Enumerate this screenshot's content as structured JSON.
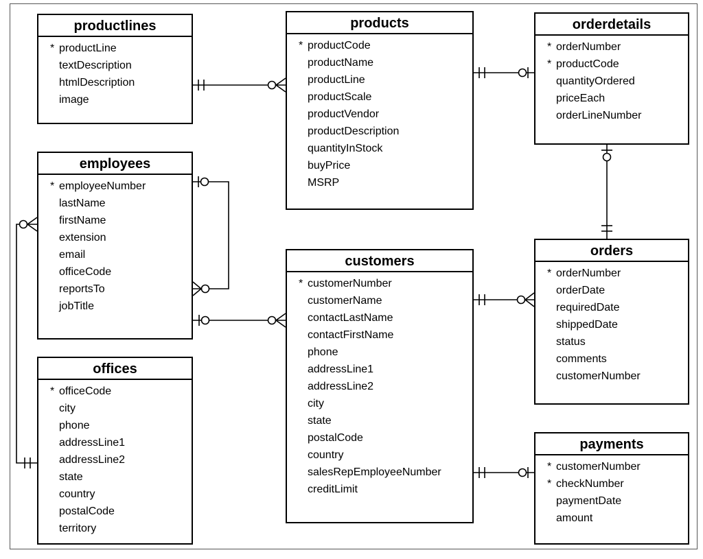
{
  "entities": {
    "productlines": {
      "title": "productlines",
      "fields": [
        {
          "name": "productLine",
          "pk": true
        },
        {
          "name": "textDescription",
          "pk": false
        },
        {
          "name": "htmlDescription",
          "pk": false
        },
        {
          "name": "image",
          "pk": false
        }
      ]
    },
    "products": {
      "title": "products",
      "fields": [
        {
          "name": "productCode",
          "pk": true
        },
        {
          "name": "productName",
          "pk": false
        },
        {
          "name": "productLine",
          "pk": false
        },
        {
          "name": "productScale",
          "pk": false
        },
        {
          "name": "productVendor",
          "pk": false
        },
        {
          "name": "productDescription",
          "pk": false
        },
        {
          "name": "quantityInStock",
          "pk": false
        },
        {
          "name": "buyPrice",
          "pk": false
        },
        {
          "name": "MSRP",
          "pk": false
        }
      ]
    },
    "orderdetails": {
      "title": "orderdetails",
      "fields": [
        {
          "name": "orderNumber",
          "pk": true
        },
        {
          "name": "productCode",
          "pk": true
        },
        {
          "name": "quantityOrdered",
          "pk": false
        },
        {
          "name": "priceEach",
          "pk": false
        },
        {
          "name": "orderLineNumber",
          "pk": false
        }
      ]
    },
    "employees": {
      "title": "employees",
      "fields": [
        {
          "name": "employeeNumber",
          "pk": true
        },
        {
          "name": "lastName",
          "pk": false
        },
        {
          "name": "firstName",
          "pk": false
        },
        {
          "name": "extension",
          "pk": false
        },
        {
          "name": "email",
          "pk": false
        },
        {
          "name": "officeCode",
          "pk": false
        },
        {
          "name": "reportsTo",
          "pk": false
        },
        {
          "name": "jobTitle",
          "pk": false
        }
      ]
    },
    "customers": {
      "title": "customers",
      "fields": [
        {
          "name": "customerNumber",
          "pk": true
        },
        {
          "name": "customerName",
          "pk": false
        },
        {
          "name": "contactLastName",
          "pk": false
        },
        {
          "name": "contactFirstName",
          "pk": false
        },
        {
          "name": "phone",
          "pk": false
        },
        {
          "name": "addressLine1",
          "pk": false
        },
        {
          "name": "addressLine2",
          "pk": false
        },
        {
          "name": "city",
          "pk": false
        },
        {
          "name": "state",
          "pk": false
        },
        {
          "name": "postalCode",
          "pk": false
        },
        {
          "name": "country",
          "pk": false
        },
        {
          "name": "salesRepEmployeeNumber",
          "pk": false
        },
        {
          "name": "creditLimit",
          "pk": false
        }
      ]
    },
    "orders": {
      "title": "orders",
      "fields": [
        {
          "name": "orderNumber",
          "pk": true
        },
        {
          "name": "orderDate",
          "pk": false
        },
        {
          "name": "requiredDate",
          "pk": false
        },
        {
          "name": "shippedDate",
          "pk": false
        },
        {
          "name": "status",
          "pk": false
        },
        {
          "name": "comments",
          "pk": false
        },
        {
          "name": "customerNumber",
          "pk": false
        }
      ]
    },
    "offices": {
      "title": "offices",
      "fields": [
        {
          "name": "officeCode",
          "pk": true
        },
        {
          "name": "city",
          "pk": false
        },
        {
          "name": "phone",
          "pk": false
        },
        {
          "name": "addressLine1",
          "pk": false
        },
        {
          "name": "addressLine2",
          "pk": false
        },
        {
          "name": "state",
          "pk": false
        },
        {
          "name": "country",
          "pk": false
        },
        {
          "name": "postalCode",
          "pk": false
        },
        {
          "name": "territory",
          "pk": false
        }
      ]
    },
    "payments": {
      "title": "payments",
      "fields": [
        {
          "name": "customerNumber",
          "pk": true
        },
        {
          "name": "checkNumber",
          "pk": true
        },
        {
          "name": "paymentDate",
          "pk": false
        },
        {
          "name": "amount",
          "pk": false
        }
      ]
    }
  },
  "pk_marker": "*",
  "relationships": [
    {
      "from": "productlines",
      "to": "products",
      "from_card": "one-and-only-one",
      "to_card": "zero-or-many"
    },
    {
      "from": "products",
      "to": "orderdetails",
      "from_card": "one-and-only-one",
      "to_card": "zero-or-one"
    },
    {
      "from": "orderdetails",
      "to": "orders",
      "from_card": "zero-or-one",
      "to_card": "one-and-only-one"
    },
    {
      "from": "employees",
      "to": "employees",
      "from_card": "zero-or-one",
      "to_card": "zero-or-many"
    },
    {
      "from": "employees",
      "to": "customers",
      "from_card": "zero-or-one",
      "to_card": "zero-or-many"
    },
    {
      "from": "customers",
      "to": "orders",
      "from_card": "one-and-only-one",
      "to_card": "zero-or-many"
    },
    {
      "from": "customers",
      "to": "payments",
      "from_card": "one-and-only-one",
      "to_card": "zero-or-one"
    },
    {
      "from": "offices",
      "to": "employees",
      "from_card": "one-and-only-one",
      "to_card": "zero-or-many"
    }
  ]
}
